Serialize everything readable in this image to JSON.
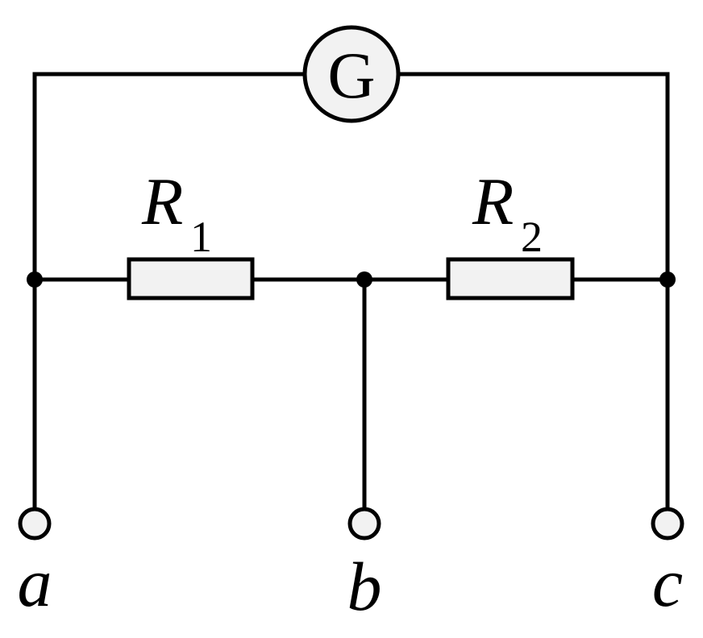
{
  "colors": {
    "line": "#000000",
    "component_fill": "#f2f2f2",
    "background": "#ffffff"
  },
  "galvanometer": {
    "symbol": "G",
    "icon": "galvanometer-icon"
  },
  "resistors": [
    {
      "name": "R",
      "subscript": "1"
    },
    {
      "name": "R",
      "subscript": "2"
    }
  ],
  "terminals": [
    {
      "label": "a"
    },
    {
      "label": "b"
    },
    {
      "label": "c"
    }
  ]
}
